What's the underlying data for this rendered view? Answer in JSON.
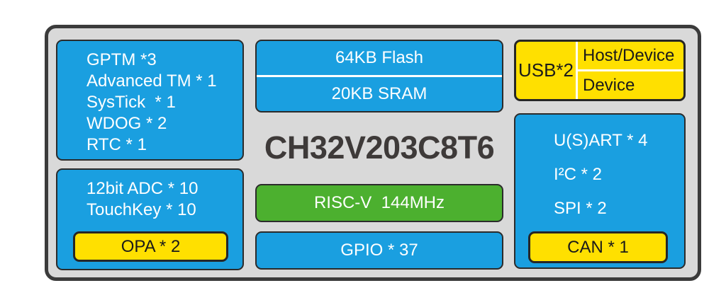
{
  "diagram": {
    "title": "CH32V203C8T6",
    "colors": {
      "blue": "#1A9FE0",
      "yellow": "#FFE000",
      "green": "#4CB02F",
      "panel_gray": "#D9D9D9",
      "border_dark": "#3B3B3B",
      "title_text": "#3E3A39",
      "divider": "#FFFFFF"
    },
    "left": {
      "timers": [
        "GPTM *3",
        "Advanced TM * 1",
        "SysTick  * 1",
        "WDOG * 2",
        "RTC * 1"
      ],
      "analog": [
        "12bit ADC * 10",
        "TouchKey * 10"
      ],
      "opa": "OPA * 2"
    },
    "middle": {
      "flash": "64KB Flash",
      "sram": "20KB SRAM",
      "core": "RISC-V  144MHz",
      "gpio": "GPIO * 37"
    },
    "right": {
      "usb": "USB*2",
      "usb_modes": [
        "Host/Device",
        "Device"
      ],
      "comms": [
        "U(S)ART * 4",
        "I²C * 2",
        "SPI * 2"
      ],
      "can": "CAN * 1"
    }
  }
}
